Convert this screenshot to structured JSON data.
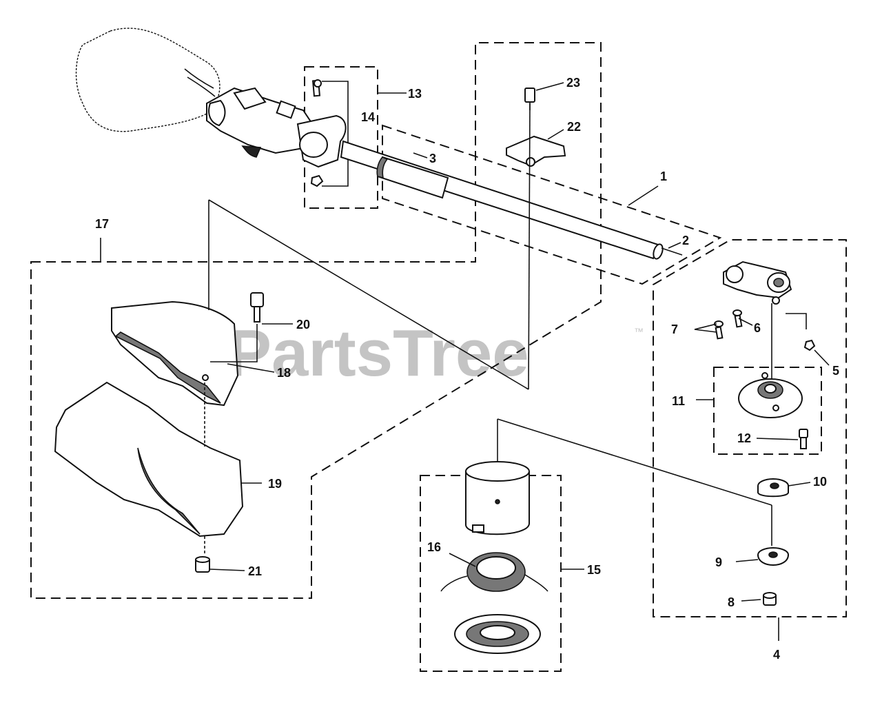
{
  "watermark": {
    "text": "PartsTree",
    "trademark": "™"
  },
  "callouts": [
    {
      "id": "c1",
      "text": "1"
    },
    {
      "id": "c2",
      "text": "2"
    },
    {
      "id": "c3",
      "text": "3"
    },
    {
      "id": "c4",
      "text": "4"
    },
    {
      "id": "c5",
      "text": "5"
    },
    {
      "id": "c6",
      "text": "6"
    },
    {
      "id": "c7",
      "text": "7"
    },
    {
      "id": "c8",
      "text": "8"
    },
    {
      "id": "c9",
      "text": "9"
    },
    {
      "id": "c10",
      "text": "10"
    },
    {
      "id": "c11",
      "text": "11"
    },
    {
      "id": "c12",
      "text": "12"
    },
    {
      "id": "c13",
      "text": "13"
    },
    {
      "id": "c14",
      "text": "14"
    },
    {
      "id": "c15",
      "text": "15"
    },
    {
      "id": "c16",
      "text": "16"
    },
    {
      "id": "c17",
      "text": "17"
    },
    {
      "id": "c18",
      "text": "18"
    },
    {
      "id": "c19",
      "text": "19"
    },
    {
      "id": "c20",
      "text": "20"
    },
    {
      "id": "c21",
      "text": "21"
    },
    {
      "id": "c22",
      "text": "22"
    },
    {
      "id": "c23",
      "text": "23"
    }
  ]
}
